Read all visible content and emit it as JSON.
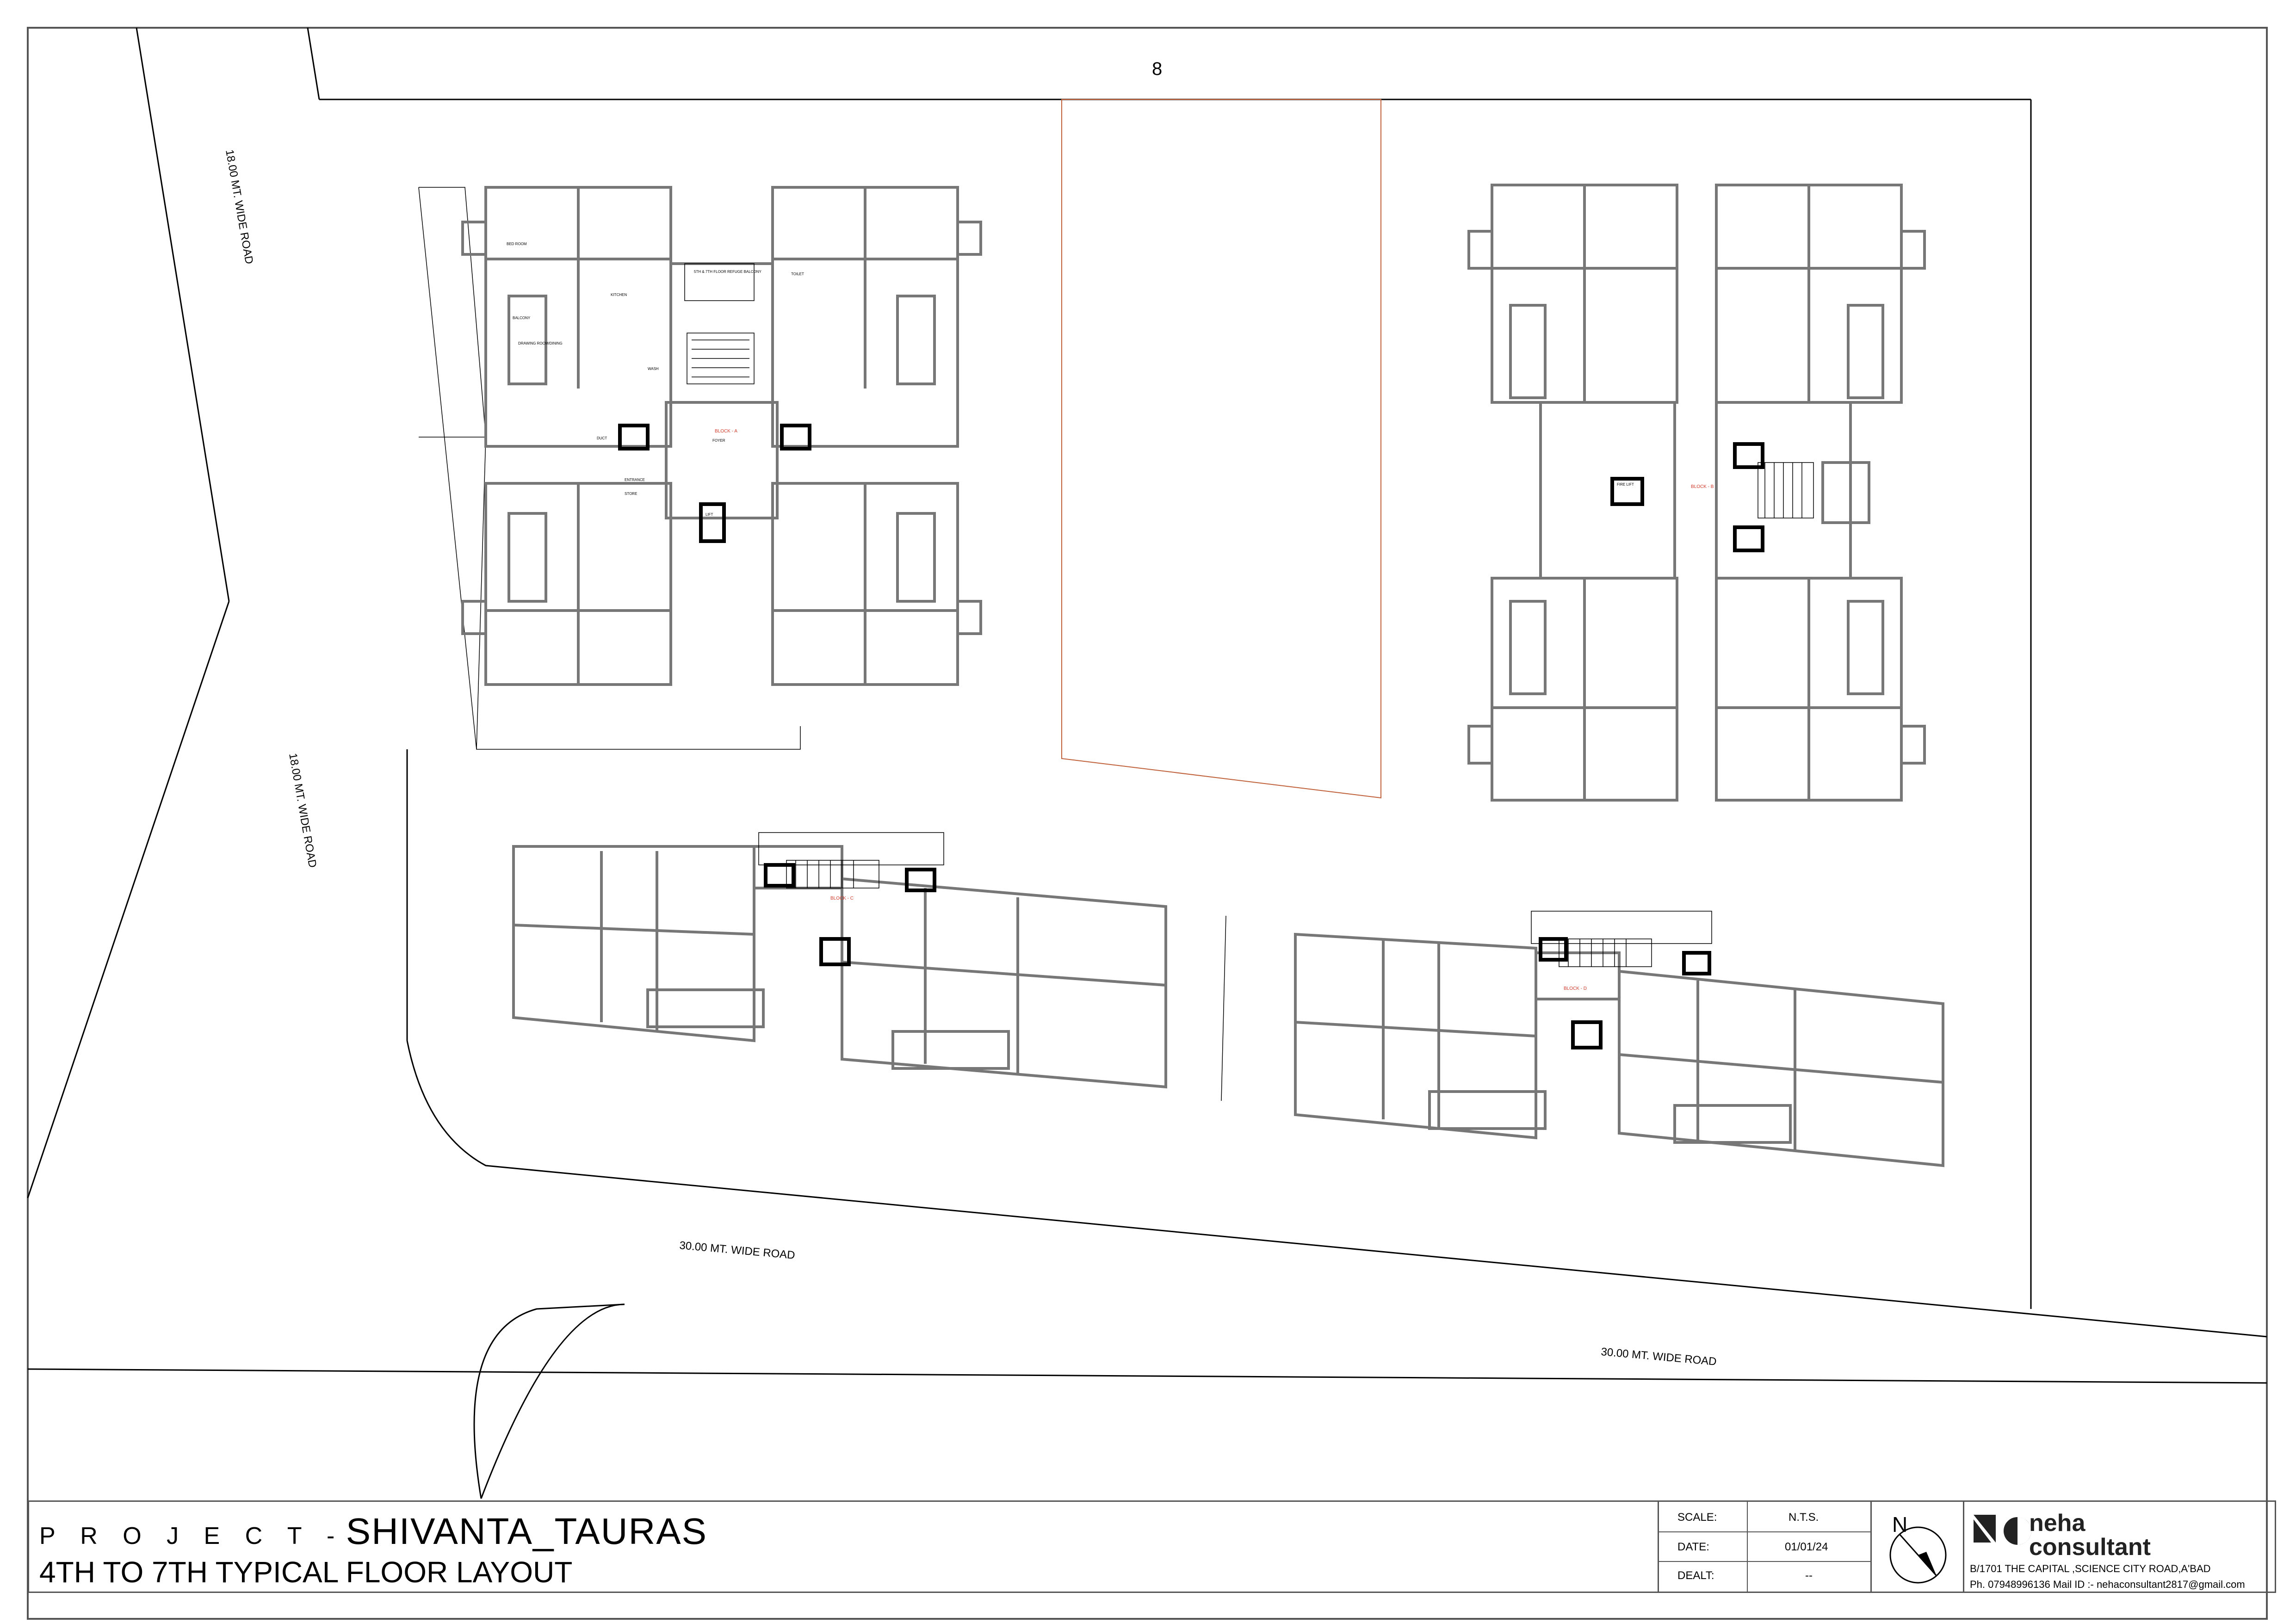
{
  "plot": {
    "number": "8"
  },
  "roads": {
    "left_upper": "18.00 MT. WIDE ROAD",
    "left_lower": "18.00 MT. WIDE ROAD",
    "bottom_left": "30.00 MT. WIDE ROAD",
    "bottom_right": "30.00 MT. WIDE ROAD"
  },
  "blocks": {
    "a": "BLOCK - A",
    "b": "BLOCK - B",
    "c": "BLOCK - C",
    "d": "BLOCK - D"
  },
  "room_labels": {
    "bed_room": "BED ROOM",
    "toilet": "TOILET",
    "kitchen": "KITCHEN",
    "drawing": "DRAWING ROOM/DINING",
    "balcony": "BALCONY",
    "lift": "LIFT",
    "foyer": "FOYER",
    "wash": "WASH",
    "store": "STORE",
    "entrance": "ENTRANCE",
    "duct": "DUCT",
    "fire_lift": "FIRE LIFT",
    "refuge": "5TH & 7TH FLOOR REFUGE BALCONY"
  },
  "title_block": {
    "project_prefix": "P R O J E C T  -",
    "project_name": "SHIVANTA_TAURAS",
    "sheet_title": "4TH TO 7TH TYPICAL FLOOR LAYOUT",
    "scale_label": "SCALE:",
    "scale_value": "N.T.S.",
    "date_label": "DATE:",
    "date_value": "01/01/24",
    "dealt_label": "DEALT:",
    "dealt_value": "--",
    "north_label": "N",
    "firm_name_line1": "neha",
    "firm_name_line2": "consultant",
    "firm_address": "B/1701 THE CAPITAL ,SCIENCE CITY ROAD,A'BAD",
    "firm_contact": "Ph. 07948996136  Mail ID :- nehaconsultant2817@gmail.com"
  },
  "colors": {
    "line": "#000000",
    "wall": "#777777",
    "site_boundary": "#c0603a",
    "block_tag": "#d23a2a"
  }
}
